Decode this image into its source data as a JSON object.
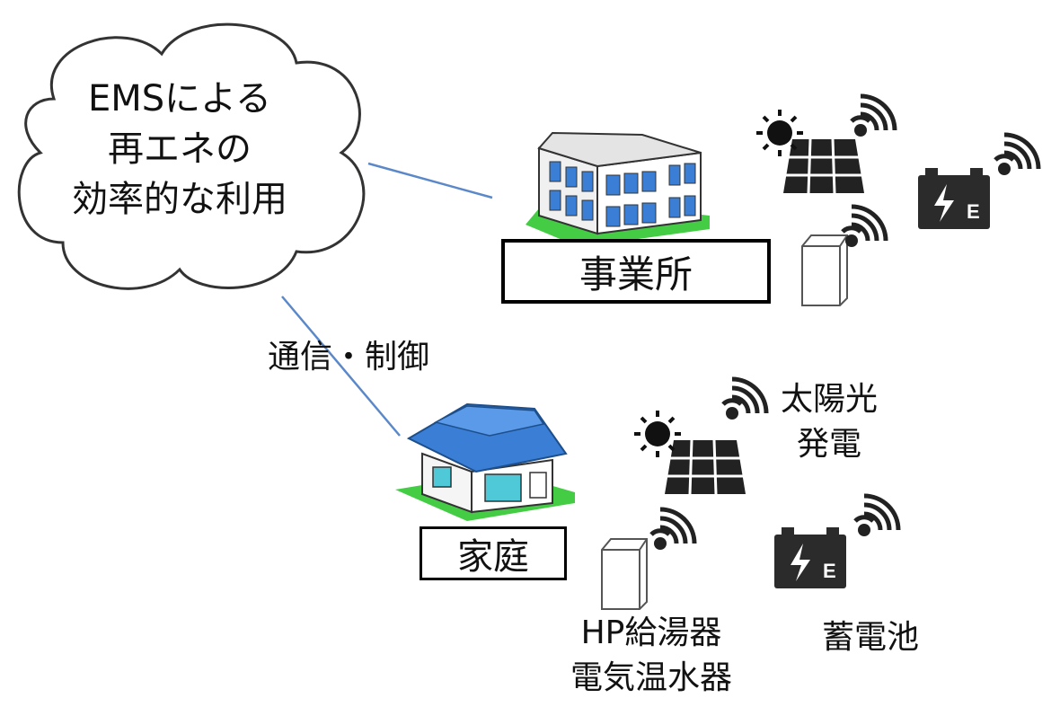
{
  "cloud": {
    "lines": [
      "EMSによる",
      "再エネの",
      "効率的な利用"
    ]
  },
  "office": {
    "label": "事業所"
  },
  "home": {
    "label": "家庭"
  },
  "link": {
    "label": "通信・制御"
  },
  "devices": {
    "solar": {
      "lines": [
        "太陽光",
        "発電"
      ]
    },
    "battery": {
      "label": "蓄電池"
    },
    "water_heater": {
      "lines": [
        "HP給湯器",
        "電気温水器"
      ]
    }
  },
  "colors": {
    "line": "#5b88c8",
    "roof": "#3a7fd5",
    "grass": "#44cc44",
    "device": "#222222"
  }
}
